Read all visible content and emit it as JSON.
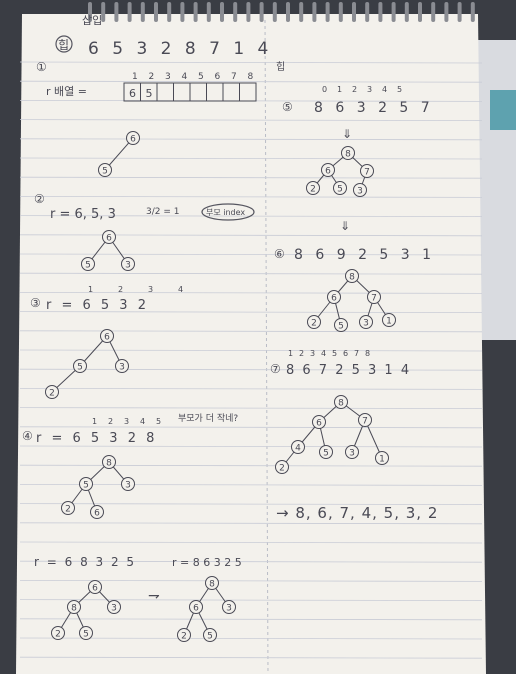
{
  "photo": {
    "subject": "spiral notebook page with handwritten heap-sort notes",
    "colors": {
      "paper": "#f4f2ee",
      "rule": "#c9ccd6",
      "ink": "#4a4a55",
      "desk": "#3a3d44"
    }
  },
  "left": {
    "heading": "힙",
    "heading_note": "삽입",
    "input_sequence": "6 5 3 2 8 7 1 4",
    "step1": {
      "num": "①",
      "label": "r 배열 =",
      "array_indices": [
        "1",
        "2",
        "3",
        "4",
        "5",
        "6",
        "7",
        "8"
      ],
      "array_cells": [
        "6",
        "5",
        "",
        "",
        "",
        "",
        "",
        ""
      ]
    },
    "step2": {
      "num": "②",
      "expr": "r = 6, 5, 3",
      "note": "3/2 = 1",
      "note2": "부모 index"
    },
    "step3": {
      "num": "③",
      "expr": "r = 6 5 3 2",
      "indices": [
        "1",
        "2",
        "3",
        "4"
      ]
    },
    "step4": {
      "num": "④",
      "expr": "r = 6 5 3  2  8",
      "indices": [
        "1",
        "2",
        "3",
        "4",
        "5"
      ],
      "question": "부모가 더 작네?"
    },
    "step5": {
      "expr": "r = 6 8 3 2 5",
      "result": "r = 8 6 3 2 5"
    }
  },
  "right": {
    "heading_note": "힙",
    "step5": {
      "num": "⑤",
      "expr": "8 6 3 2 5 7",
      "indices": [
        "0",
        "1",
        "2",
        "3",
        "4",
        "5"
      ]
    },
    "step6": {
      "num": "⑥",
      "expr": "8 6 9 2 5 3 1"
    },
    "step7": {
      "num": "⑦",
      "expr": "8 6 7 2 5 3 1 4",
      "indices": [
        "1",
        "2",
        "3",
        "4",
        "5",
        "6",
        "7",
        "8"
      ]
    },
    "final": "→ 8, 6, 7, 4, 5, 3, 2"
  },
  "tree_labels": {
    "t1": [
      "6",
      "5"
    ],
    "t2": [
      "6",
      "5",
      "3"
    ],
    "t3": [
      "6",
      "5",
      "3",
      "2"
    ],
    "t4": [
      "8",
      "5",
      "3",
      "2",
      "6"
    ],
    "t5a": [
      "6",
      "8",
      "3",
      "2",
      "5"
    ],
    "t5b": [
      "8",
      "6",
      "3",
      "2",
      "5"
    ],
    "t6": [
      "8",
      "6",
      "7",
      "2",
      "5",
      "3"
    ],
    "t7": [
      "8",
      "6",
      "7",
      "2",
      "5",
      "3",
      "1"
    ],
    "t8": [
      "8",
      "6",
      "7",
      "4",
      "5",
      "3",
      "1",
      "2"
    ]
  }
}
